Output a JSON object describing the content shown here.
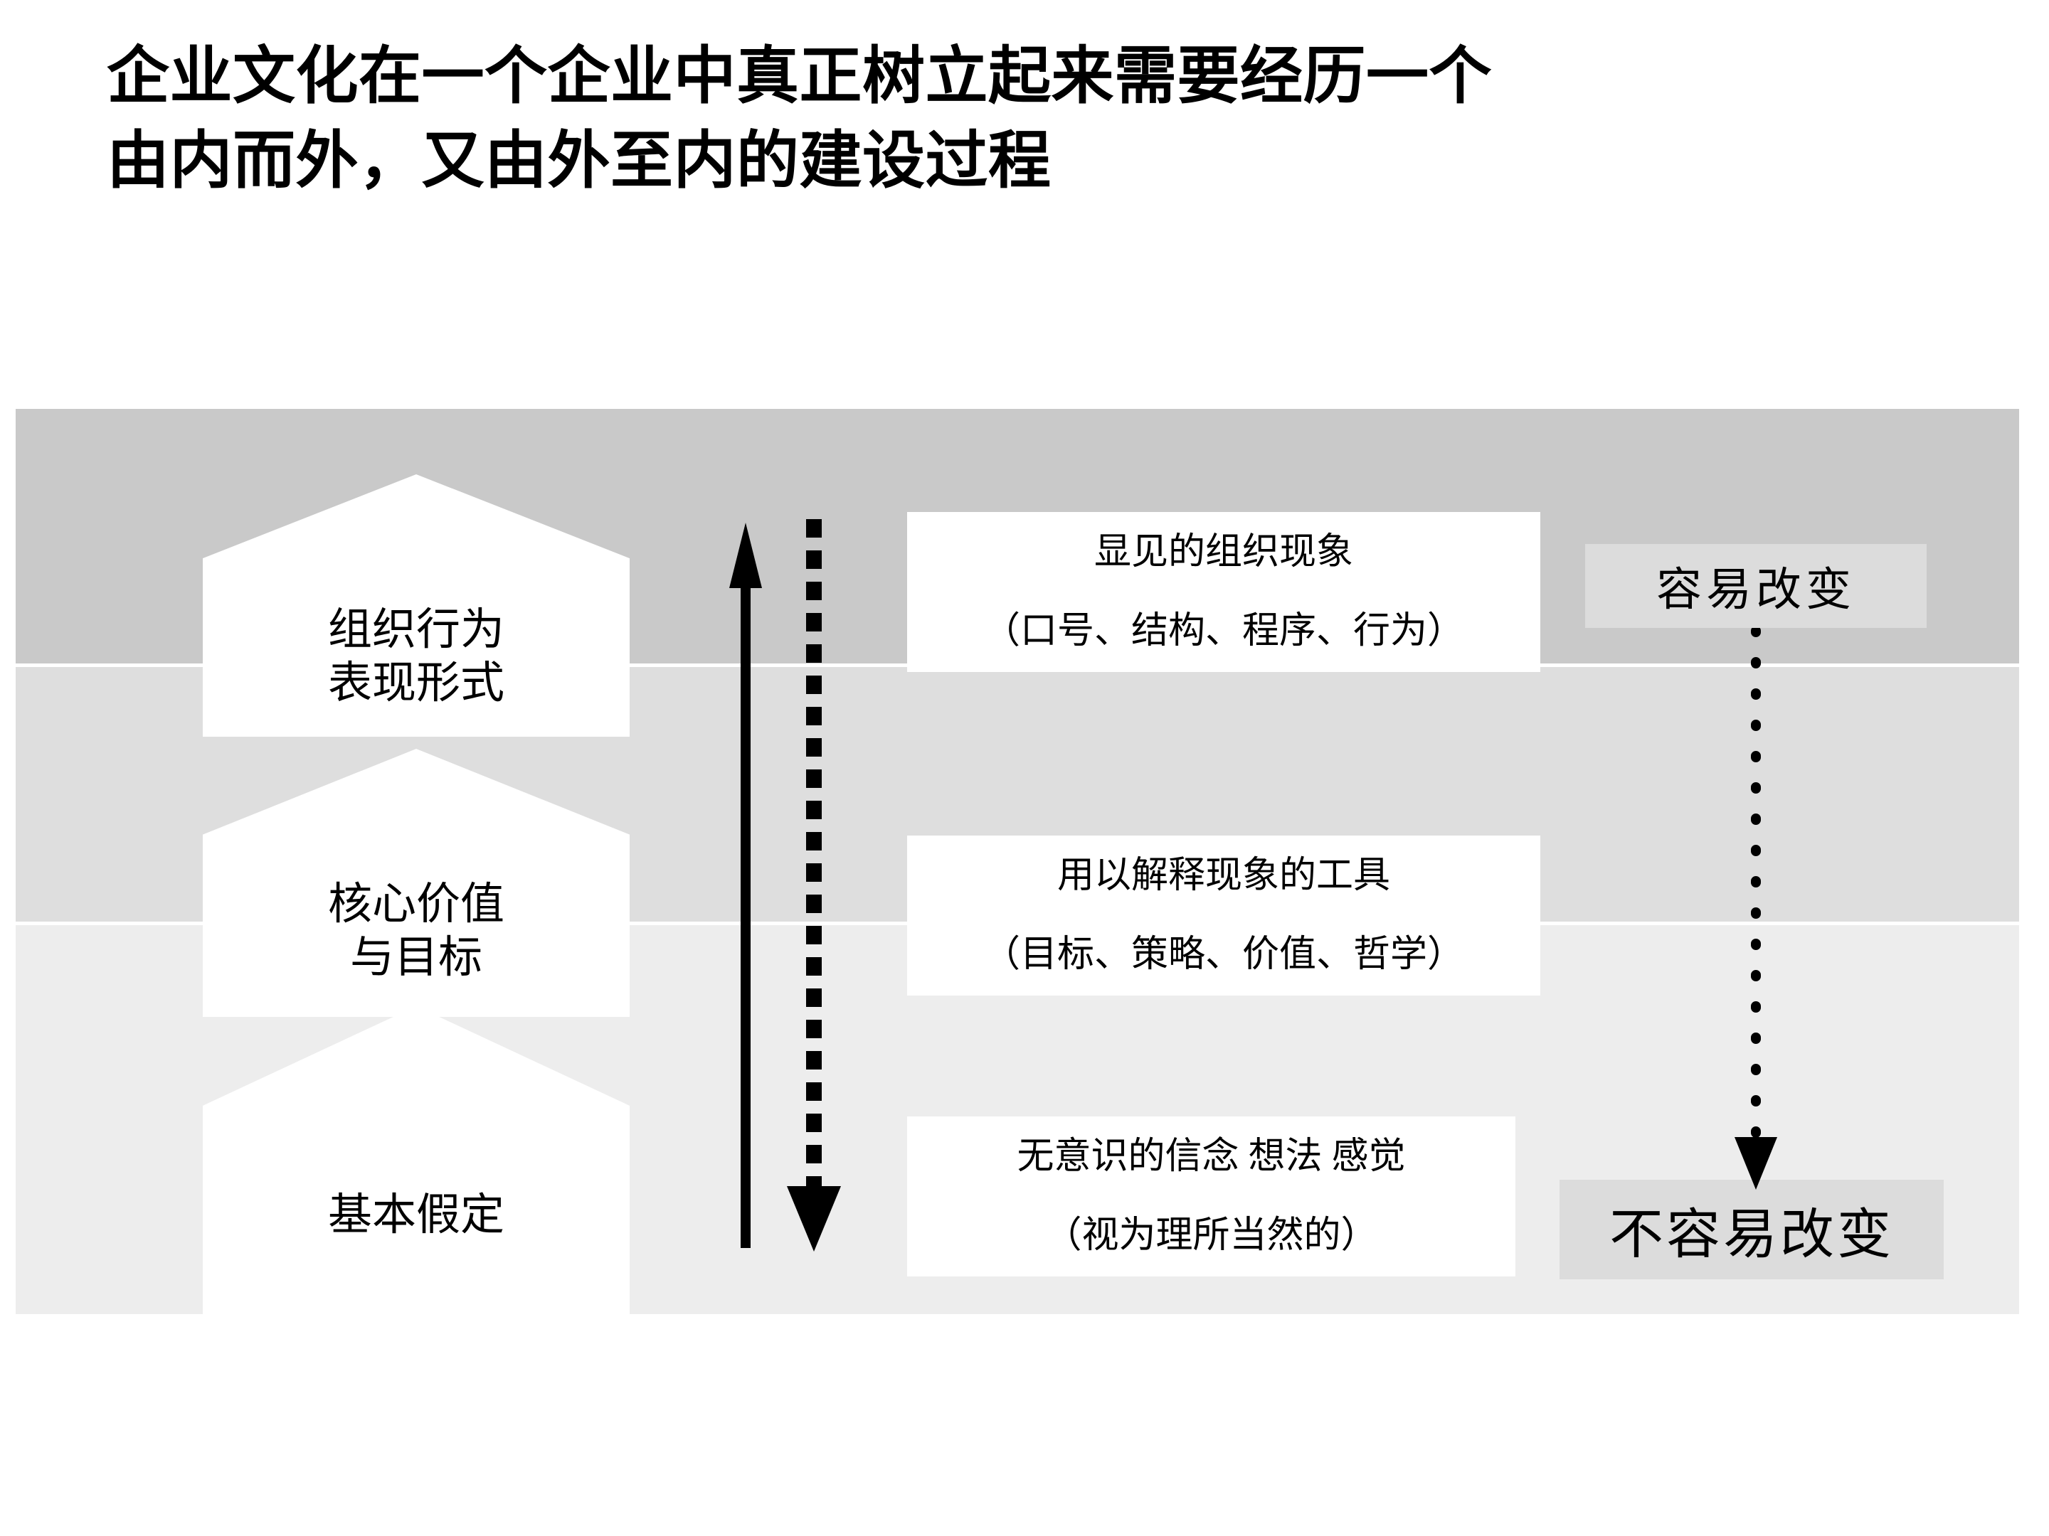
{
  "title": {
    "line1": "企业文化在一个企业中真正树立起来需要经历一个",
    "line2": "由内而外，又由外至内的建设过程"
  },
  "diagram": {
    "levels": [
      {
        "shape_label_line1": "组织行为",
        "shape_label_line2": "表现形式",
        "description_line1": "显见的组织现象",
        "description_line2": "（口号、结构、程序、行为）",
        "band_color": "#c9c9c9"
      },
      {
        "shape_label_line1": "核心价值",
        "shape_label_line2": "与目标",
        "description_line1": "用以解释现象的工具",
        "description_line2": "（目标、策略、价值、哲学）",
        "band_color": "#dedede"
      },
      {
        "shape_label_line1": "基本假定",
        "shape_label_line2": "",
        "description_line1": "无意识的信念  想法   感觉",
        "description_line2": "（视为理所当然的）",
        "band_color": "#ededed"
      }
    ],
    "badges": {
      "easy_to_change": "容易改变",
      "hard_to_change": "不容易改变",
      "badge_color": "#dcdcdc"
    },
    "arrows": {
      "solid_up": "solid-up-arrow",
      "dashed_down": "dashed-down-arrow",
      "right_dotted_down": "dotted-down-arrow",
      "arrow_color": "#000000"
    }
  }
}
